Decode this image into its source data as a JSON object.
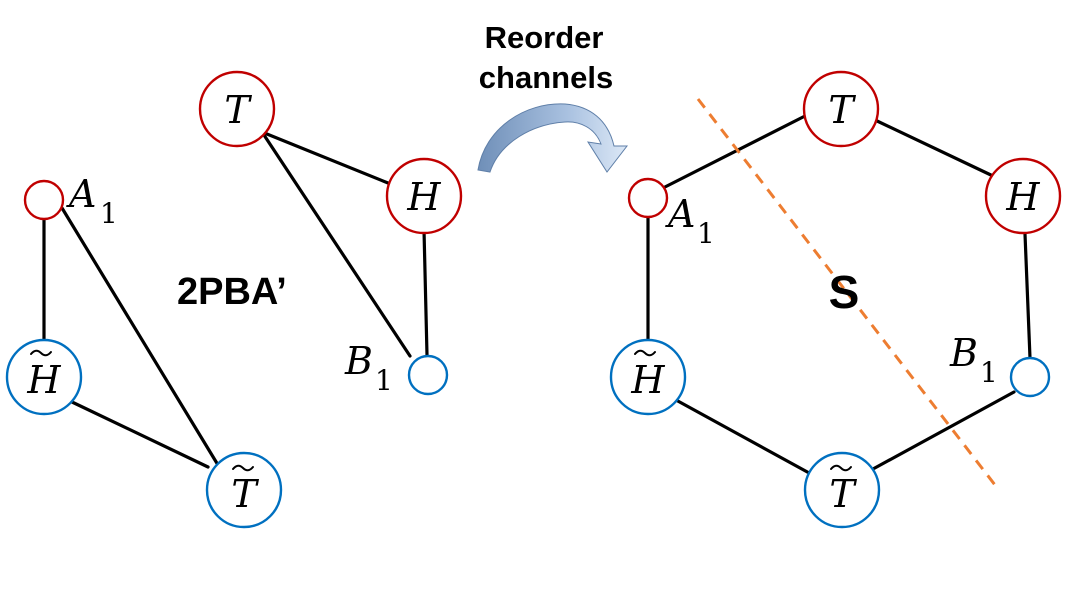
{
  "left_graph": {
    "label": "2PBA’",
    "nodes": {
      "T": "T",
      "H": "H",
      "B1_letter": "B",
      "B1_sub": "1",
      "A1_letter": "A",
      "A1_sub": "1",
      "H_tilde": "H",
      "T_tilde": "T"
    }
  },
  "arrow": {
    "line1": "Reorder",
    "line2": "channels"
  },
  "right_graph": {
    "cut_label": "S",
    "nodes": {
      "T": "T",
      "H": "H",
      "B1_letter": "B",
      "B1_sub": "1",
      "A1_letter": "A",
      "A1_sub": "1",
      "H_tilde": "H",
      "T_tilde": "T"
    }
  },
  "colors": {
    "red_node": "#c00000",
    "blue_node": "#0070c0",
    "cut_line": "#ed7d31",
    "arrow_fill": "#8faadc"
  }
}
